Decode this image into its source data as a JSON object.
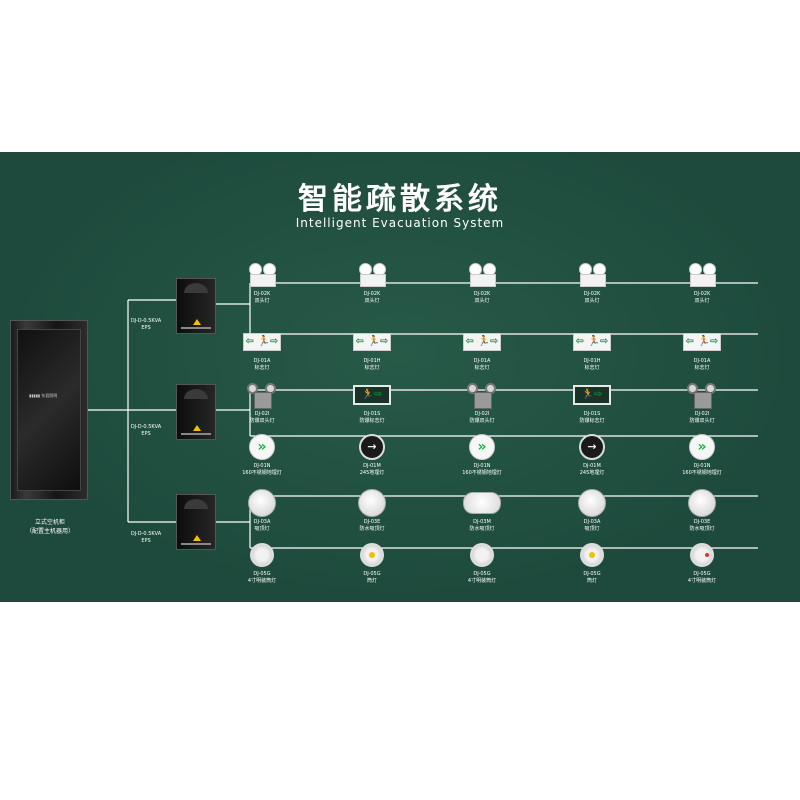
{
  "title": {
    "cn": "智能疏散系统",
    "en": "Intelligent Evacuation System"
  },
  "cabinet": {
    "logo": "▮▮▮▮▮ 东君照明",
    "label_line1": "立式空机柜",
    "label_line2": "（配置主机器用）"
  },
  "eps": [
    {
      "model": "DJ-D-0.5KVA",
      "type": "EPS"
    },
    {
      "model": "DJ-D-0.5KVA",
      "type": "EPS"
    },
    {
      "model": "DJ-D-0.5KVA",
      "type": "EPS"
    }
  ],
  "rows": [
    {
      "icon": "twin-head-light-icon",
      "items": [
        {
          "model": "DJ-02K",
          "name": "双头灯"
        },
        {
          "model": "DJ-02K",
          "name": "双头灯"
        },
        {
          "model": "DJ-02K",
          "name": "双头灯"
        },
        {
          "model": "DJ-02K",
          "name": "双头灯"
        },
        {
          "model": "DJ-02K",
          "name": "双头灯"
        }
      ]
    },
    {
      "icon": "exit-sign-icon",
      "items": [
        {
          "model": "DJ-01A",
          "name": "标志灯"
        },
        {
          "model": "DJ-01H",
          "name": "标志灯"
        },
        {
          "model": "DJ-01A",
          "name": "标志灯"
        },
        {
          "model": "DJ-01H",
          "name": "标志灯"
        },
        {
          "model": "DJ-01A",
          "name": "标志灯"
        }
      ]
    },
    {
      "icon": "explosion-proof-light-icon",
      "items": [
        {
          "model": "DJ-02I",
          "name": "防爆双头灯"
        },
        {
          "model": "DJ-01S",
          "name": "防爆标志灯"
        },
        {
          "model": "DJ-02I",
          "name": "防爆双头灯"
        },
        {
          "model": "DJ-01S",
          "name": "防爆标志灯"
        },
        {
          "model": "DJ-02I",
          "name": "防爆双头灯"
        }
      ]
    },
    {
      "icon": "floor-indicator-icon",
      "items": [
        {
          "model": "DJ-01N",
          "name": "160不锈钢地埋灯"
        },
        {
          "model": "DJ-01M",
          "name": "245地埋灯"
        },
        {
          "model": "DJ-01N",
          "name": "160不锈钢地埋灯"
        },
        {
          "model": "DJ-01M",
          "name": "245地埋灯"
        },
        {
          "model": "DJ-01N",
          "name": "160不锈钢地埋灯"
        }
      ]
    },
    {
      "icon": "ceiling-light-icon",
      "items": [
        {
          "model": "DJ-03A",
          "name": "吸顶灯"
        },
        {
          "model": "DJ-03E",
          "name": "防水吸顶灯"
        },
        {
          "model": "DJ-03M",
          "name": "防水吸顶灯"
        },
        {
          "model": "DJ-03A",
          "name": "吸顶灯"
        },
        {
          "model": "DJ-03E",
          "name": "防水吸顶灯"
        }
      ]
    },
    {
      "icon": "downlight-icon",
      "items": [
        {
          "model": "DJ-05G",
          "name": "4寸明装筒灯"
        },
        {
          "model": "DJ-05G",
          "name": "筒灯"
        },
        {
          "model": "DJ-05G",
          "name": "4寸明装筒灯"
        },
        {
          "model": "DJ-05G",
          "name": "筒灯"
        },
        {
          "model": "DJ-05G",
          "name": "4寸明装筒灯"
        }
      ]
    }
  ],
  "colors": {
    "panel": "#1d4a3c",
    "wire": "#ffffff",
    "exit_green": "#0a8a3a",
    "warning_yellow": "#f2c200"
  }
}
